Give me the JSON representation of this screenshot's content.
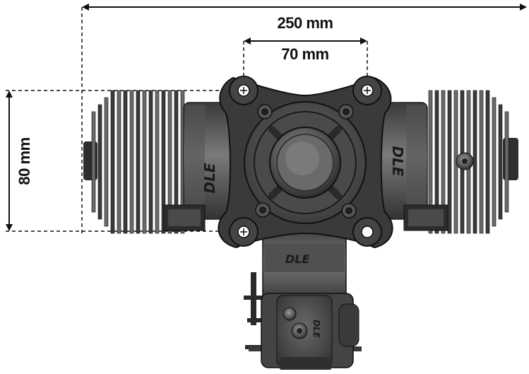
{
  "dimensions": {
    "overall_width": "250 mm",
    "mount_spacing": "70 mm",
    "mount_height": "80 mm"
  },
  "branding": {
    "left_cylinder": "DLE",
    "right_cylinder": "DLE",
    "crankcase": "DLE",
    "carburetor": "DLE"
  },
  "colors": {
    "line": "#111111",
    "metal_dark": "#3a3a3a",
    "metal_mid": "#5a5a5a",
    "metal_light": "#8a8a8a",
    "highlight": "#c8c8c8"
  }
}
